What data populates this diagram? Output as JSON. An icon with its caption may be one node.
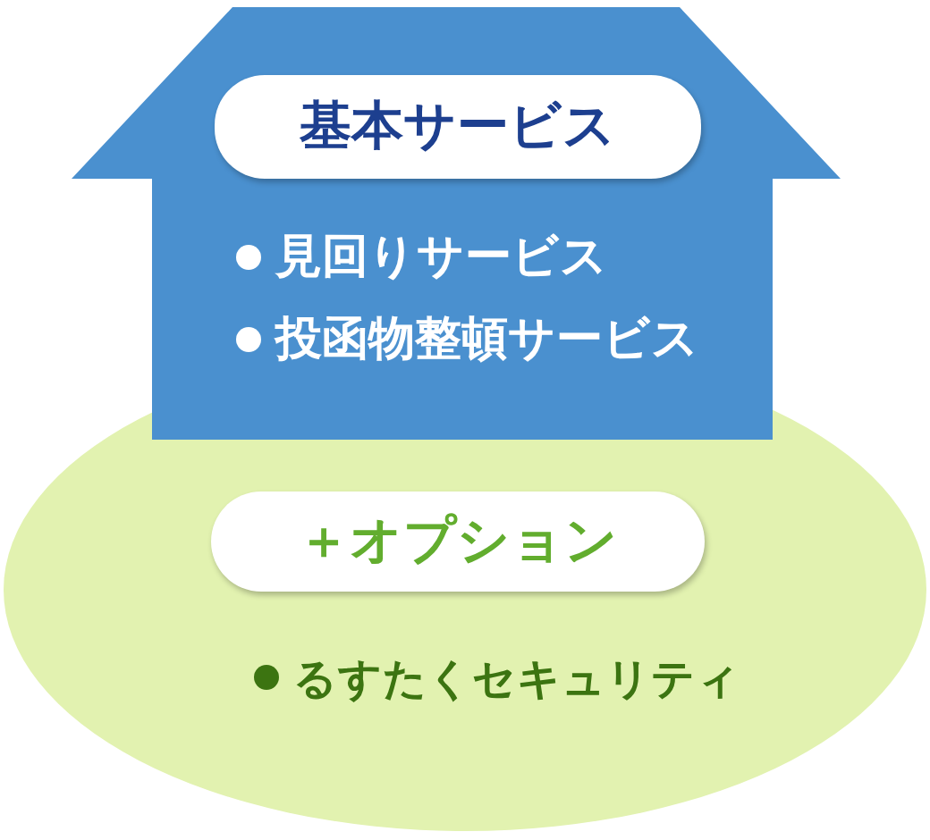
{
  "diagram": {
    "nodes": [
      {
        "text": [
          "＋オプション",
          "るすたくセキュリティ"
        ]
      },
      {
        "text": [
          "基本サービス",
          "見回りサービス",
          "投函物整頓サービス"
        ]
      }
    ]
  }
}
